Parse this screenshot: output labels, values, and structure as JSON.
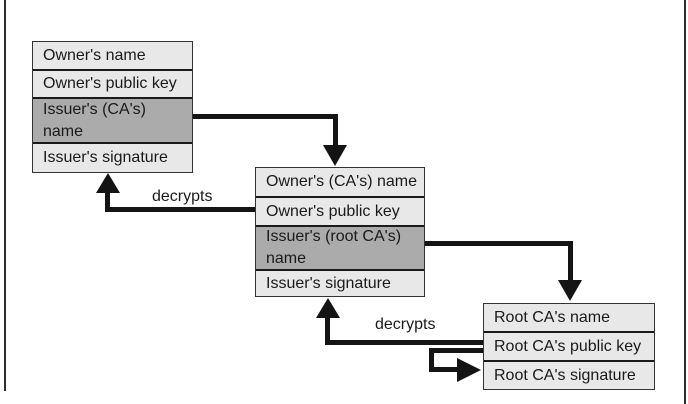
{
  "certificates": [
    {
      "id": "owner-certificate",
      "rows": [
        {
          "label": "Owner's name",
          "tone": "light"
        },
        {
          "label": "Owner's public key",
          "tone": "light"
        },
        {
          "label": "Issuer's (CA's) name",
          "tone": "dark"
        },
        {
          "label": "Issuer's signature",
          "tone": "light"
        }
      ]
    },
    {
      "id": "intermediate-ca-certificate",
      "rows": [
        {
          "label": "Owner's (CA's) name",
          "tone": "light"
        },
        {
          "label": "Owner's public key",
          "tone": "light"
        },
        {
          "label": "Issuer's (root CA's) name",
          "tone": "dark"
        },
        {
          "label": "Issuer's signature",
          "tone": "light"
        }
      ]
    },
    {
      "id": "root-ca-certificate",
      "rows": [
        {
          "label": "Root CA's name",
          "tone": "light"
        },
        {
          "label": "Root CA's public key",
          "tone": "light"
        },
        {
          "label": "Root CA's signature",
          "tone": "light"
        }
      ]
    }
  ],
  "arrow_labels": {
    "upper_decrypts": "decrypts",
    "lower_decrypts": "decrypts"
  },
  "colors": {
    "row_light": "#e8e8e8",
    "row_dark": "#ababab",
    "arrow": "#141414",
    "box_border": "#333333",
    "row_divider": "#1a1a1a",
    "text": "#1a1a1a",
    "page_border": "#2e2e2e",
    "background": "#ffffff"
  }
}
